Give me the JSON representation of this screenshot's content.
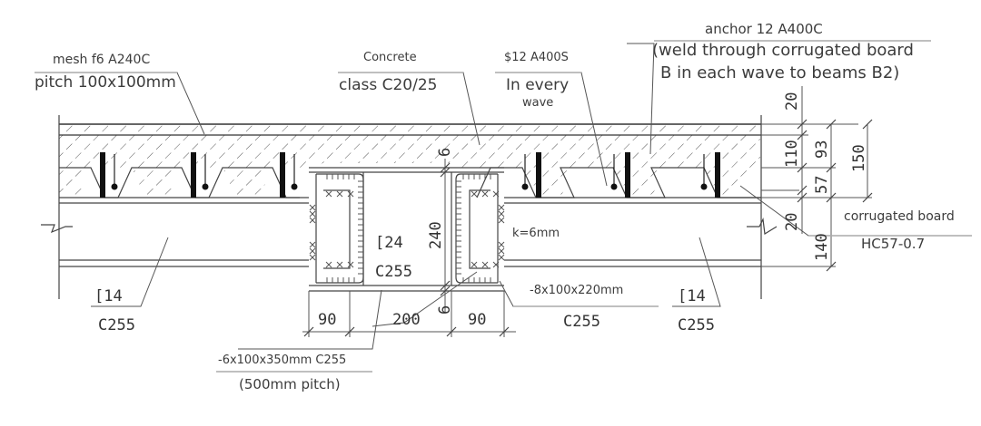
{
  "annotations": {
    "mesh": {
      "line1": "mesh f6 A240C",
      "line2": "pitch 100x100mm"
    },
    "concrete": {
      "line1": "Concrete",
      "line2": "class C20/25"
    },
    "rebar": {
      "line1": "$12 A400S",
      "line2": "In every",
      "line3": "wave"
    },
    "anchor": {
      "line1": "anchor 12 A400C",
      "line2": "(weld through corrugated board",
      "line3": "B in each wave to beams B2)"
    },
    "corrugated_board": {
      "line1": "corrugated board",
      "line2": "HC57-0.7"
    },
    "left_beam": {
      "profile": "[14",
      "steel": "C255"
    },
    "right_beam": {
      "profile": "[14",
      "steel": "C255"
    },
    "center_channel": {
      "profile": "[24",
      "steel": "C255"
    },
    "weld": {
      "label": "k=6mm"
    },
    "side_plate": {
      "line1": "-8x100x220mm",
      "line2": "C255"
    },
    "bottom_plate": {
      "line1": "-6x100x350mm C255",
      "line2": "(500mm pitch)"
    }
  },
  "dimensions": {
    "right_stack": {
      "top_cover": "20",
      "slab_upper": "110",
      "rib_height": "57",
      "bottom_offset": "20"
    },
    "right_stack_outer": {
      "topping": "93",
      "beam_height": "140"
    },
    "total_slab": "150",
    "channel_height": "240",
    "plate_top": "6",
    "plate_bottom": "6",
    "bottom_widths": [
      "90",
      "200",
      "90"
    ]
  }
}
